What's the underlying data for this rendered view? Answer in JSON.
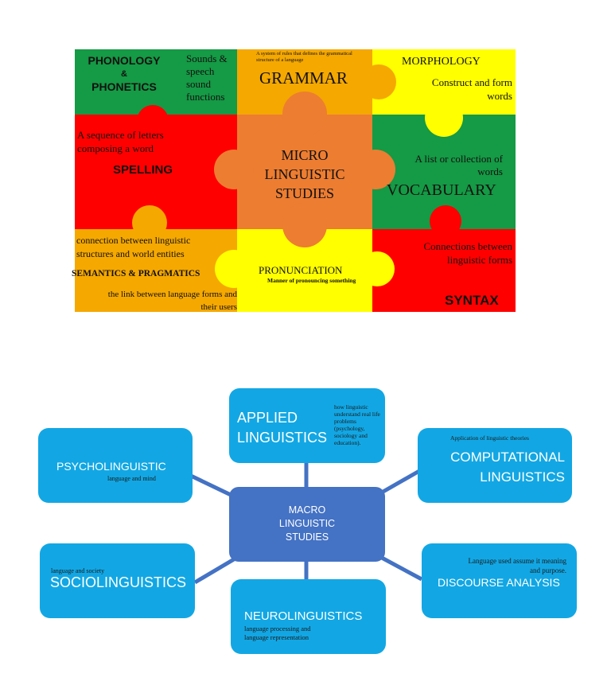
{
  "micro": {
    "center": "MICRO LINGUISTIC STUDIES",
    "phonology": {
      "title_line1": "PHONOLOGY",
      "title_line2": "&",
      "title_line3": "PHONETICS",
      "desc": "Sounds & speech sound functions"
    },
    "grammar": {
      "title": "GRAMMAR",
      "desc": "A system of rules that defines the grammatical structure of a language"
    },
    "morphology": {
      "title": "MORPHOLOGY",
      "desc": "Construct and form words"
    },
    "spelling": {
      "title": "SPELLING",
      "desc": "A sequence of letters composing a word"
    },
    "vocabulary": {
      "title": "VOCABULARY",
      "desc": "A list or collection of words"
    },
    "semantics": {
      "title": "SEMANTICS & PRAGMATICS",
      "desc1": "connection between linguistic structures and world entities",
      "desc2": "the link between language forms and their users"
    },
    "pronunciation": {
      "title": "PRONUNCIATION",
      "desc": "Manner of pronouncing something"
    },
    "syntax": {
      "title": "SYNTAX",
      "desc": "Connections between linguistic forms"
    },
    "colors": {
      "green": "#159a45",
      "orange": "#f5a800",
      "yellow": "#ffff00",
      "red": "#ff0000",
      "center": "#ed7d31"
    }
  },
  "macro": {
    "center": "MACRO LINGUISTIC STUDIES",
    "applied": {
      "title": "APPLIED LINGUISTICS",
      "desc": "how linguistic understand real life problems (psychology, sociology and education)."
    },
    "psycholinguistic": {
      "title": "PSYCHOLINGUISTIC",
      "desc": "language and mind"
    },
    "computational": {
      "title": "COMPUTATIONAL LINGUISTICS",
      "desc": "Application of linguistic theories"
    },
    "sociolinguistics": {
      "title": "SOCIOLINGUISTICS",
      "desc": "language and society"
    },
    "discourse": {
      "title": "DISCOURSE ANALYSIS",
      "desc": "Language used assume it meaning and purpose."
    },
    "neurolinguistics": {
      "title": "NEUROLINGUISTICS",
      "desc": "language processing and language representation"
    },
    "colors": {
      "box": "#12a7e4",
      "center": "#4472c4",
      "line": "#4472c4"
    }
  }
}
